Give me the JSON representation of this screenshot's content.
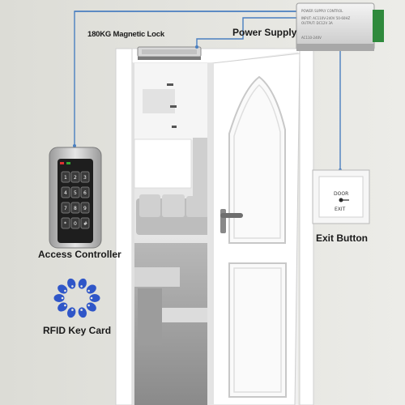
{
  "labels": {
    "magnetic_lock": "180KG Magnetic Lock",
    "power_supply": "Power Supply",
    "exit_button": "Exit Button",
    "access_controller": "Access Controller",
    "rfid_key_card": "RFID Key Card"
  },
  "power_supply_unit": {
    "header": "POWER SUPPLY CONTROL",
    "line1": "INPUT: AC110V-240V 50-60HZ",
    "line2": "OUTPUT: DC12V 3A",
    "side": "AC110-240V"
  },
  "exit_button_face": {
    "top": "DOOR",
    "bottom": "EXIT"
  },
  "keypad": {
    "keys": [
      "1",
      "2",
      "3",
      "4",
      "5",
      "6",
      "7",
      "8",
      "9",
      "*",
      "0",
      "#"
    ]
  },
  "colors": {
    "wire": "#4a7fc0",
    "background": "#e8e8e4",
    "door": "#ffffff",
    "keycard": "#2f56c8"
  }
}
